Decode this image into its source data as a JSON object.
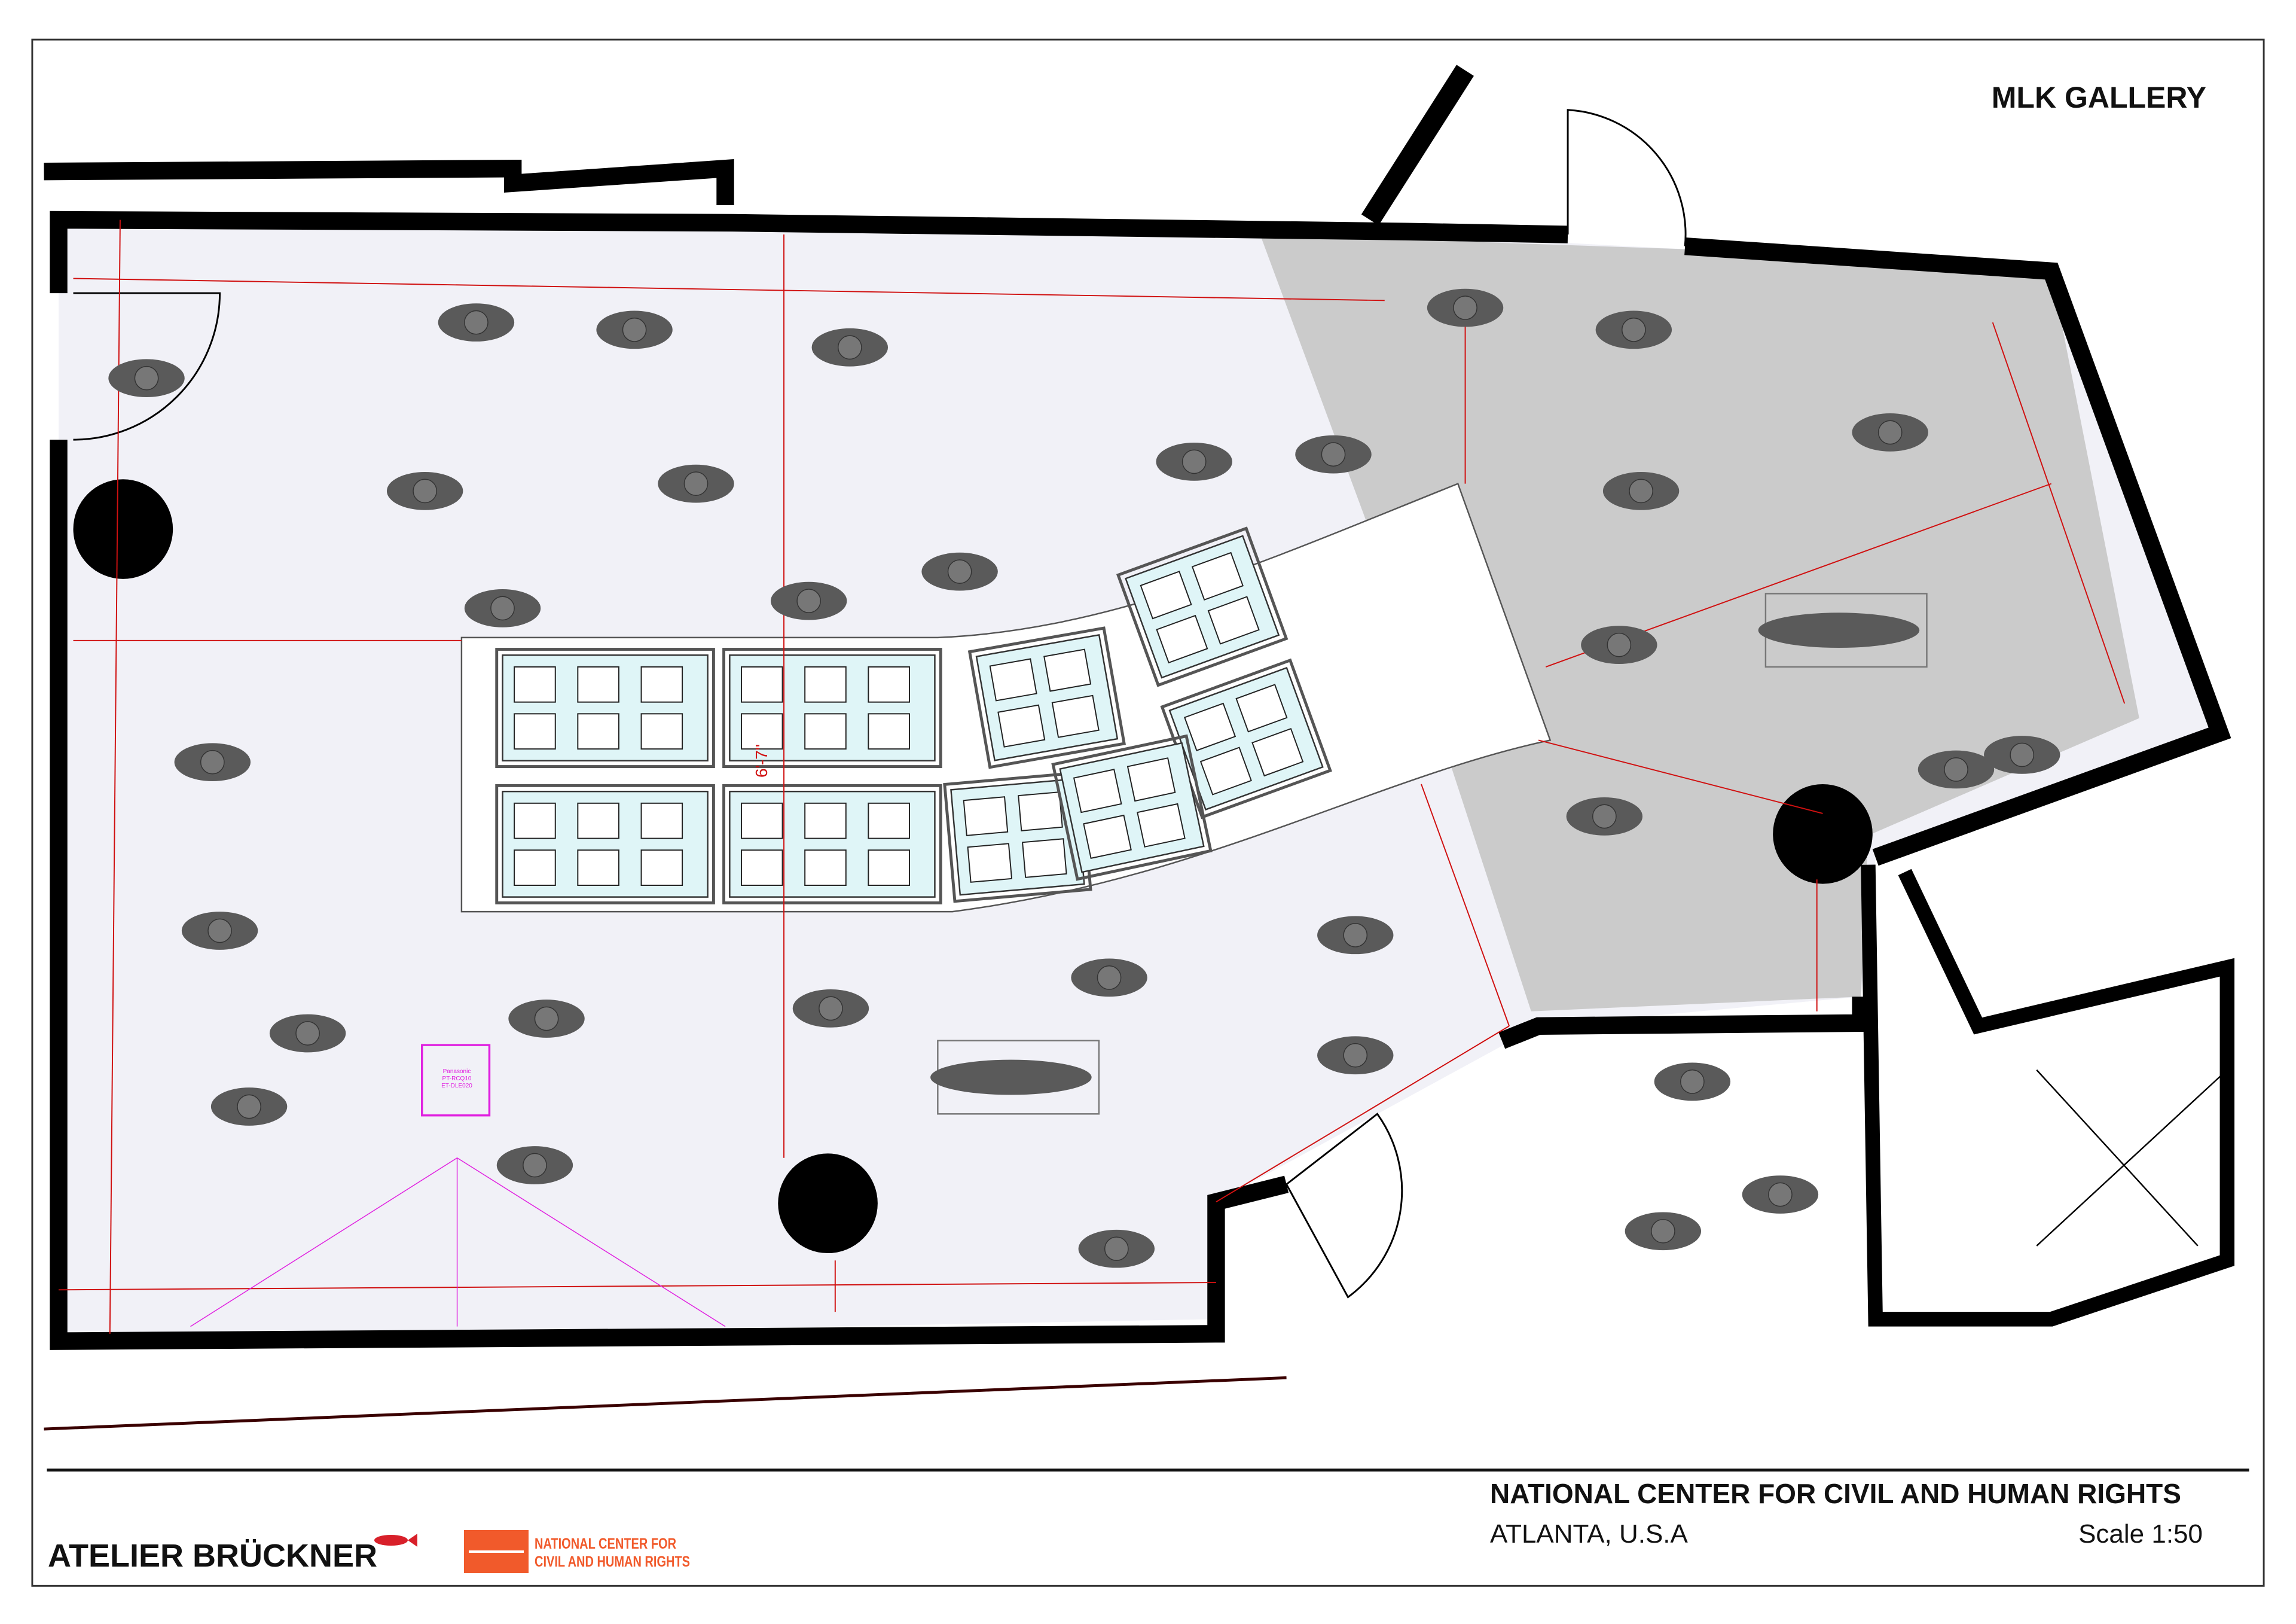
{
  "header": {
    "title": "MLK GALLERY"
  },
  "plan": {
    "dimension_label": "6'-7\"",
    "projector_label": [
      "Panasonic",
      "PT-RCQ10",
      "ET-DLE020"
    ],
    "colors": {
      "wall": "#000000",
      "floor": "#f1f1f7",
      "shaded_zone": "#cbcbcb",
      "dimension": "#d01010",
      "equipment": "#e020e0",
      "fixture": "#2030c0",
      "visitor": "#5a5a5a",
      "display_glass": "#dff5f7"
    }
  },
  "footer": {
    "client": "NATIONAL CENTER FOR CIVIL AND HUMAN RIGHTS",
    "city": "ATLANTA, U.S.A",
    "scale": "Scale 1:50",
    "studio": "ATELIER BRÜCKNER",
    "logo_text_line1": "NATIONAL CENTER FOR",
    "logo_text_line2": "CIVIL AND HUMAN RIGHTS"
  }
}
